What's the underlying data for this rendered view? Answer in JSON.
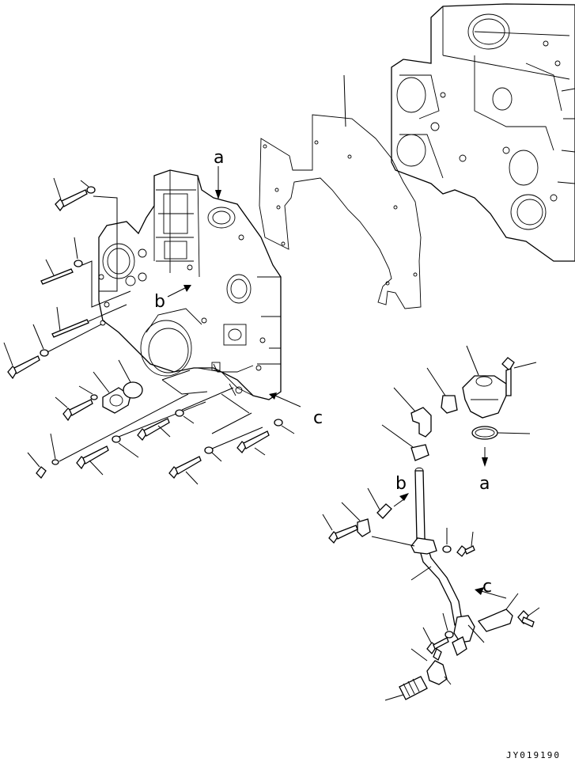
{
  "labels": {
    "a_top": "a",
    "b_mid": "b",
    "c_mid": "c",
    "a_right": "a",
    "b_right": "b",
    "c_right": "c"
  },
  "drawing_code": "JY019190"
}
